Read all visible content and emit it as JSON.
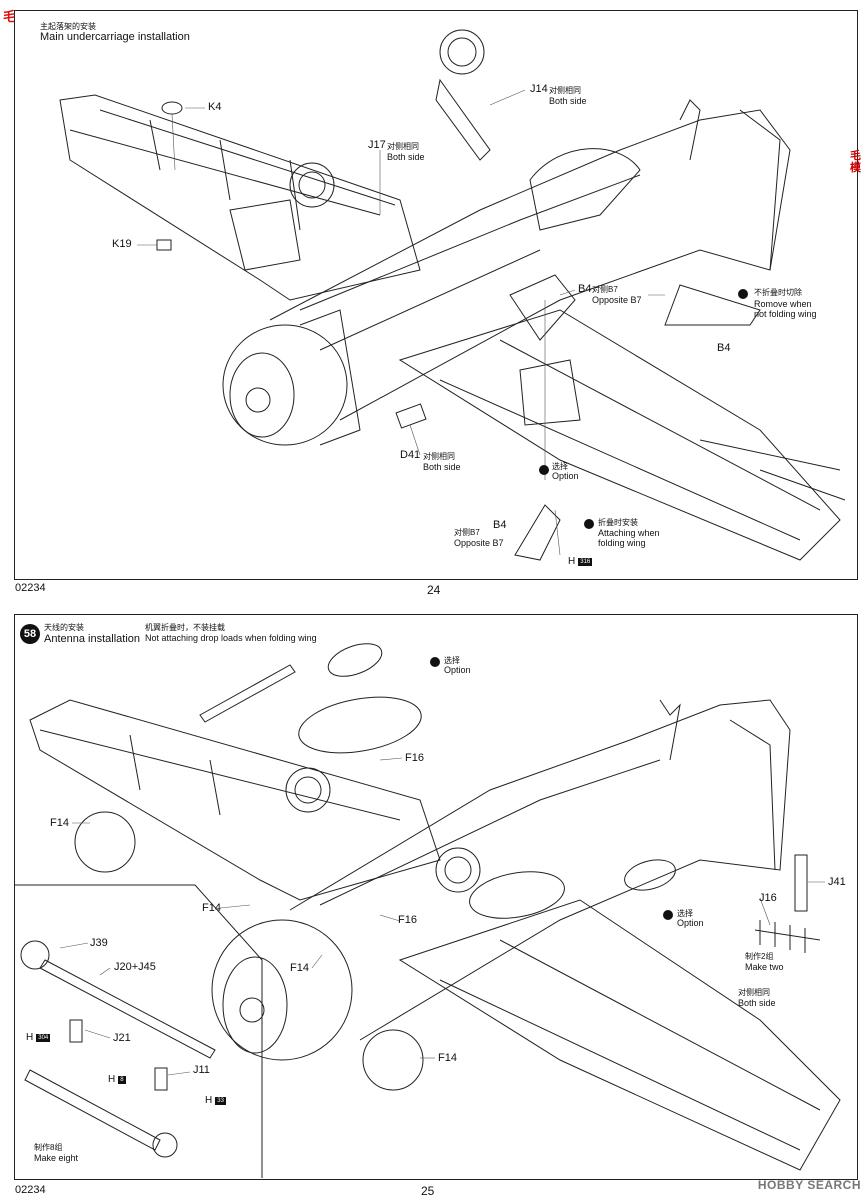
{
  "site_logo": "毛",
  "side_logo": [
    "毛",
    "模"
  ],
  "watermark": "HOBBY SEARCH",
  "pages": [
    {
      "code": "02234",
      "page_number": "24",
      "title_cn": "主起落架的安装",
      "title_en": "Main undercarriage installation",
      "callouts": {
        "k4": "K4",
        "k19": "K19",
        "j14": "J14",
        "j14_cn": "对侧相同",
        "j14_en": "Both side",
        "j17": "J17",
        "j17_cn": "对侧相同",
        "j17_en": "Both side",
        "b4_top": "B4",
        "b4_top_cn": "对侧B7",
        "b4_top_en": "Opposite B7",
        "b4_right": "B4",
        "remove_cn": "不折叠时切除",
        "remove_en_1": "Romove when",
        "remove_en_2": "not folding wing",
        "d41": "D41",
        "d41_cn": "对侧相同",
        "d41_en": "Both side",
        "option_cn": "选择",
        "option_en": "Option",
        "b4_bottom": "B4",
        "b4_bottom_cn": "对侧B7",
        "b4_bottom_en": "Opposite B7",
        "attach_cn": "折叠时安装",
        "attach_en_1": "Attaching when",
        "attach_en_2": "folding wing",
        "h_ref": "H",
        "h_box": "316"
      }
    },
    {
      "code": "02234",
      "page_number": "25",
      "step": "58",
      "title_cn": "天线的安装",
      "title_en": "Antenna installation",
      "note_cn": "机翼折叠时，不装挂载",
      "note_en": "Not attaching drop loads when folding wing",
      "callouts": {
        "option1_cn": "选择",
        "option1_en": "Option",
        "f16_a": "F16",
        "f14_a": "F14",
        "f14_b": "F14",
        "f16_b": "F16",
        "f14_c": "F14",
        "f14_d": "F14",
        "option2_cn": "选择",
        "option2_en": "Option",
        "j16": "J16",
        "j41": "J41",
        "make_two_cn": "制作2组",
        "make_two_en": "Make two",
        "both_cn": "对侧相同",
        "both_en": "Both side",
        "j39": "J39",
        "j20_j45": "J20+J45",
        "j21": "J21",
        "j11": "J11",
        "h1": "H",
        "h1_box": "304",
        "h2": "H",
        "h2_box": "8",
        "h3": "H",
        "h3_box": "33",
        "make_eight_cn": "制作8组",
        "make_eight_en": "Make eight"
      }
    }
  ]
}
